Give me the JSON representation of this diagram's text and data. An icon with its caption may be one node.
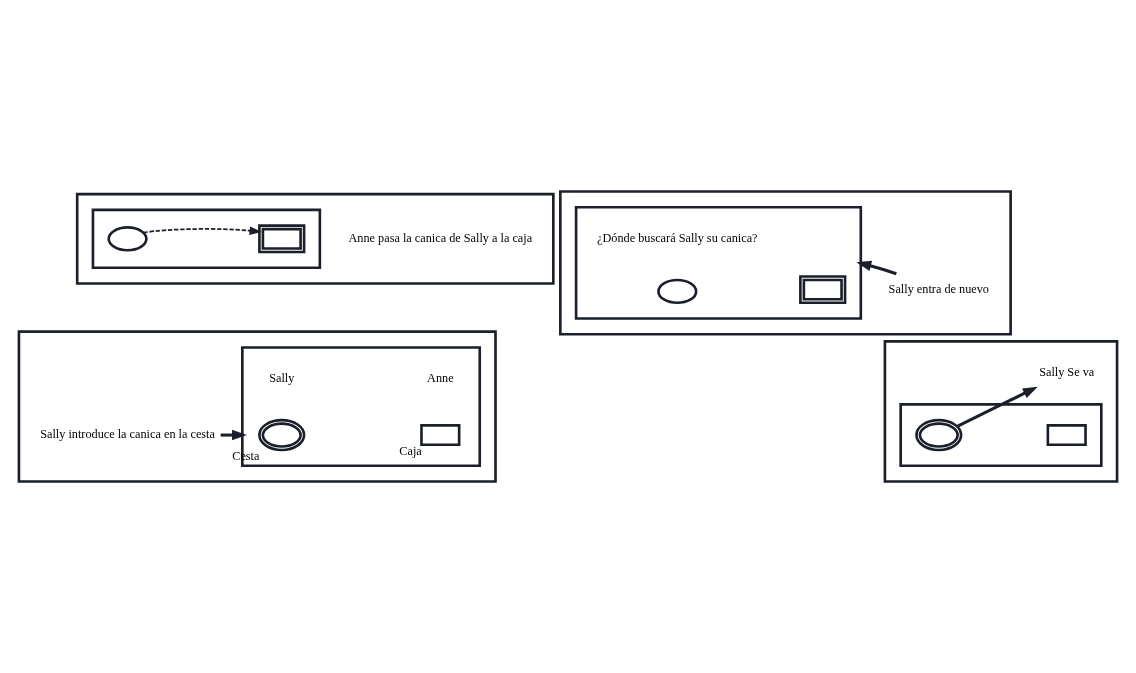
{
  "diagram": {
    "nodes": [
      {
        "text": [],
        "shape": "box"
      },
      {
        "text": [],
        "shape": "box",
        "in": 0
      },
      {
        "text": [
          "Sally introduce la canica en la cesta"
        ],
        "in": 0
      },
      {
        "text": [],
        "shape": "circle",
        "in": 1,
        "beside": [
          "Cesta"
        ]
      },
      {
        "text": [],
        "shape": "box",
        "in": 1,
        "beside": [
          "Caja"
        ]
      },
      {
        "text": [],
        "shape": "box"
      },
      {
        "text": [],
        "shape": "box",
        "in": 5
      },
      {
        "text": [],
        "shape": "circle",
        "in": 6
      },
      {
        "text": [],
        "shape": "box",
        "in": 6
      },
      {
        "text": [
          "Sally Se va"
        ],
        "in": 5
      },
      {
        "text": [],
        "shape": "box"
      },
      {
        "text": [],
        "shape": "box",
        "in": 10
      },
      {
        "text": [],
        "shape": "circle",
        "in": 11
      },
      {
        "text": [],
        "shape": "box",
        "in": 11
      },
      {
        "text": [
          "Anne pasa la canica de Sally a la caja"
        ],
        "in": 10
      },
      {
        "text": [],
        "shape": "box"
      },
      {
        "text": [],
        "shape": "box",
        "in": 15
      },
      {
        "text": [
          "¿Dónde buscará Sally su canica?"
        ],
        "in": 16
      },
      {
        "text": [],
        "shape": "circle",
        "in": 16
      },
      {
        "text": [],
        "shape": "box",
        "in": 16
      },
      {
        "text": [
          "Sally entra de nuevo"
        ],
        "in": 15
      }
    ],
    "edges": [
      {
        "from": 2,
        "to": 1,
        "arrow": "to"
      },
      {
        "from": 7,
        "to": 9,
        "arrow": "to"
      },
      {
        "from": 12,
        "to": 13,
        "arrow": "to",
        "style": "dashed"
      },
      {
        "from": 20,
        "to": 16,
        "arrow": "to"
      }
    ],
    "labels": [
      "Sally",
      "Anne"
    ]
  }
}
